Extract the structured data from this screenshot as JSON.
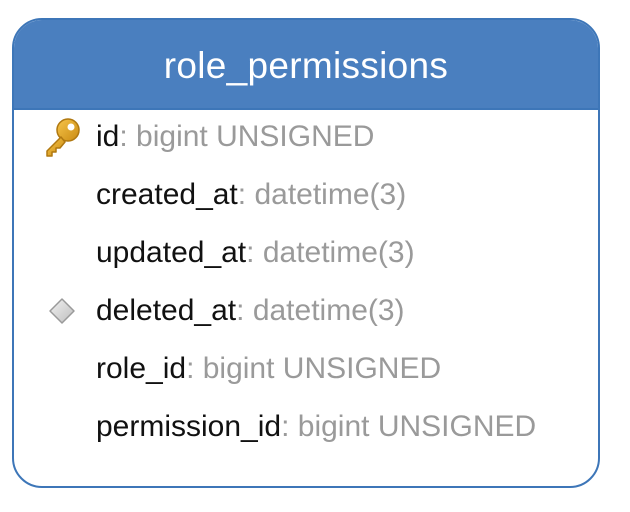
{
  "table": {
    "title": "role_permissions",
    "header_color": "#4a7fbf",
    "border_color": "#3d76b8",
    "fields": [
      {
        "name": "id",
        "separator": ": ",
        "type": "bigint UNSIGNED",
        "icon": "key-icon"
      },
      {
        "name": "created_at",
        "separator": ": ",
        "type": "datetime(3)",
        "icon": ""
      },
      {
        "name": "updated_at",
        "separator": ": ",
        "type": "datetime(3)",
        "icon": ""
      },
      {
        "name": "deleted_at",
        "separator": ": ",
        "type": "datetime(3)",
        "icon": "diamond-icon"
      },
      {
        "name": "role_id",
        "separator": ": ",
        "type": "bigint UNSIGNED",
        "icon": ""
      },
      {
        "name": "permission_id",
        "separator": ": ",
        "type": "bigint UNSIGNED",
        "icon": ""
      }
    ]
  }
}
